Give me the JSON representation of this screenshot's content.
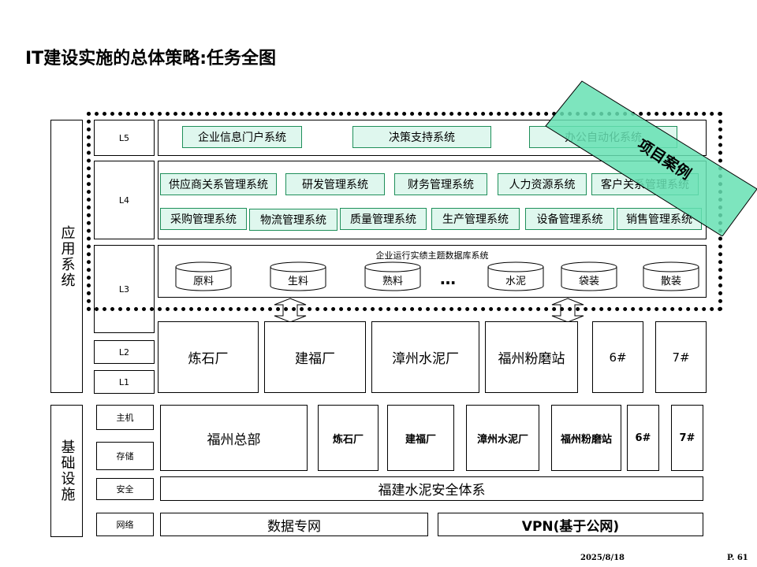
{
  "title": "IT建设实施的总体策略:任务全图",
  "banner": "项目案例",
  "sections": {
    "app": "应用系统",
    "infra": "基础设施"
  },
  "levels": [
    "L5",
    "L4",
    "L3",
    "L2",
    "L1"
  ],
  "l5": [
    "企业信息门户系统",
    "决策支持系统",
    "办公自动化系统"
  ],
  "l4_row1": [
    "供应商关系管理系统",
    "研发管理系统",
    "财务管理系统",
    "人力资源系统",
    "客户关系管理系统"
  ],
  "l4_row2": [
    "采购管理系统",
    "物流管理系统",
    "质量管理系统",
    "生产管理系统",
    "设备管理系统",
    "销售管理系统"
  ],
  "l3": {
    "header": "企业运行实绩主题数据库系统",
    "dbs": [
      "原料",
      "生料",
      "熟料",
      "水泥",
      "袋装",
      "散装"
    ],
    "ellipsis": "…"
  },
  "plants": [
    "炼石厂",
    "建福厂",
    "漳州水泥厂",
    "福州粉磨站",
    "6#",
    "7#"
  ],
  "infra_labels": [
    "主机",
    "存储",
    "安全",
    "网络"
  ],
  "infra_hq": "福州总部",
  "infra_sites": [
    "炼石厂",
    "建福厂",
    "漳州水泥厂",
    "福州粉磨站",
    "6#",
    "7#"
  ],
  "security": "福建水泥安全体系",
  "network": [
    "数据专网",
    "VPN(基于公网)"
  ],
  "footer": {
    "date": "2025/8/18",
    "page": "P. 61"
  }
}
